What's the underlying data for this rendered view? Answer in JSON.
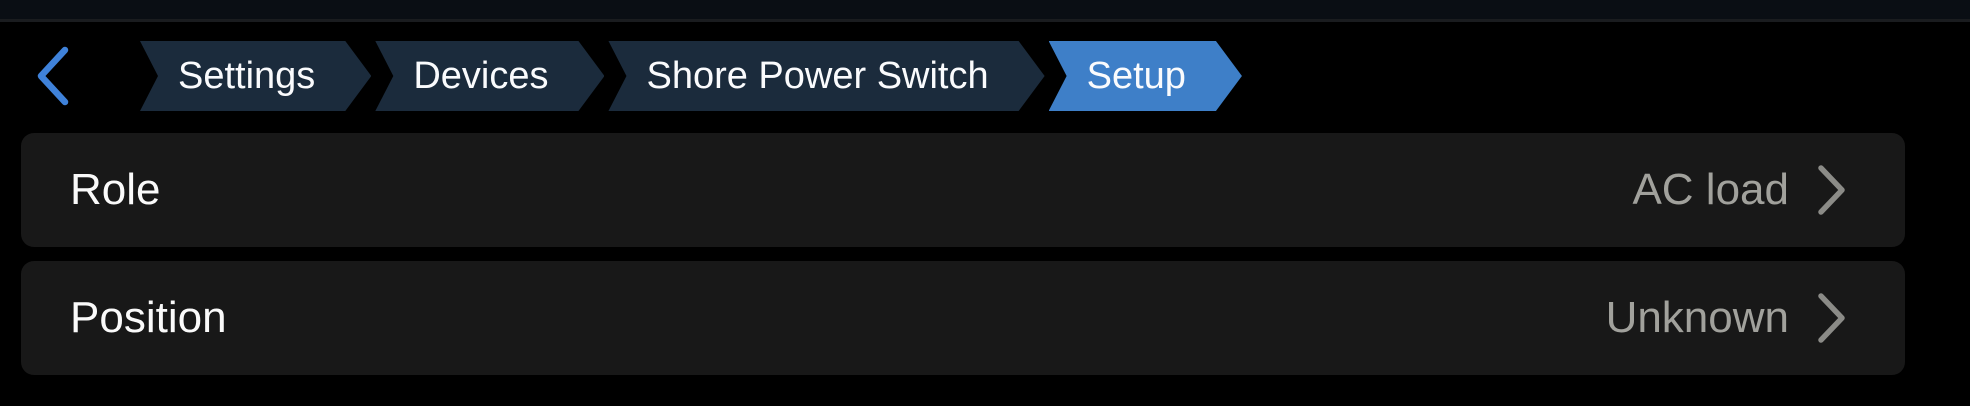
{
  "colors": {
    "page_bg": "#000000",
    "statusbar_bg": "#0a0e14",
    "statusbar_divider": "#1a1c1f",
    "chip_bg": "#1b2b3c",
    "chip_active_bg": "#3e7fc8",
    "chip_text": "#fafbfd",
    "back_arrow": "#3f82da",
    "card_bg": "#181818",
    "label_text": "#fafafa",
    "value_text": "#a1a19c",
    "chevron": "#8b8b87"
  },
  "nav": {
    "back_icon": "chevron-left",
    "breadcrumb": [
      {
        "label": "Settings",
        "active": false
      },
      {
        "label": "Devices",
        "active": false
      },
      {
        "label": "Shore Power Switch",
        "active": false
      },
      {
        "label": "Setup",
        "active": true
      }
    ]
  },
  "settings_rows": [
    {
      "label": "Role",
      "value": "AC load"
    },
    {
      "label": "Position",
      "value": "Unknown"
    }
  ]
}
